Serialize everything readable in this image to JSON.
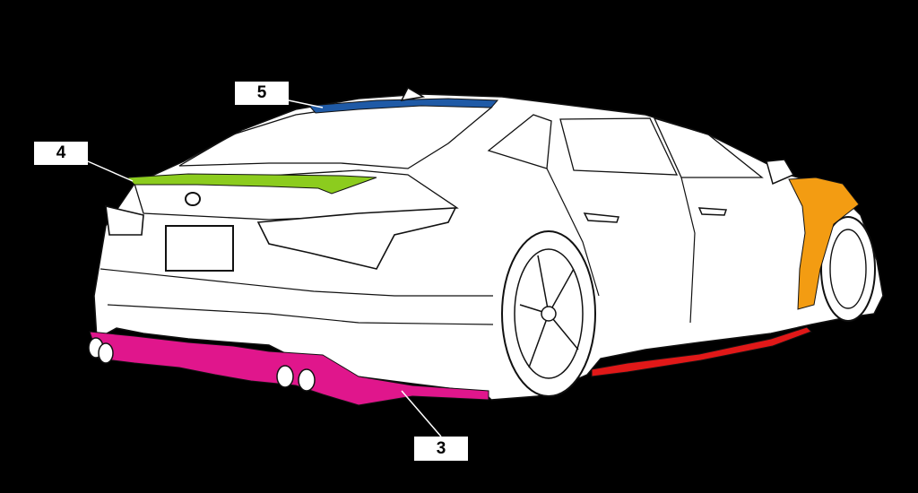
{
  "callouts": [
    {
      "id": "5",
      "label": "5",
      "color": "#1f5aa6"
    },
    {
      "id": "4",
      "label": "4",
      "color": "#8ccc1e"
    },
    {
      "id": "3",
      "label": "3",
      "color": "#e0168c"
    }
  ],
  "parts": {
    "roof_spoiler": "#1f5aa6",
    "trunk_spoiler": "#8ccc1e",
    "rear_diffuser": "#e0168c",
    "front_fender": "#f39c12",
    "side_skirt": "#e01818"
  },
  "body_fill": "#ffffff",
  "outline": "#111111",
  "background": "#000000"
}
